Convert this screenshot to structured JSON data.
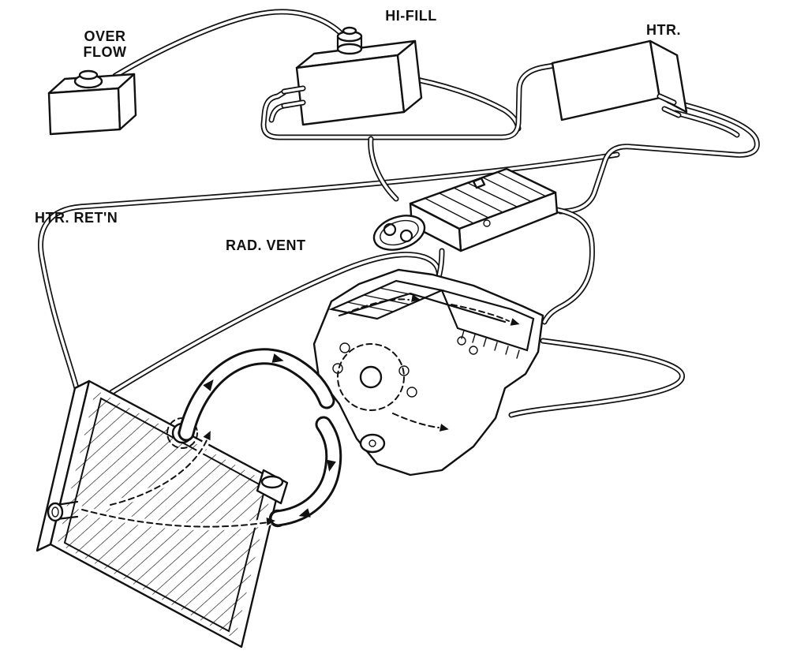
{
  "colors": {
    "ink": "#111111",
    "paper": "#ffffff"
  },
  "diagram": {
    "labels": {
      "overflow_line1": "OVER",
      "overflow_line2": "FLOW",
      "hifill": "HI-FILL",
      "heater": "HTR.",
      "heater_return": "HTR. RET'N",
      "rad_vent": "RAD. VENT"
    },
    "components": [
      "overflow-tank",
      "hifill-tank",
      "heater-box",
      "intake-manifold",
      "engine-block",
      "radiator",
      "upper-radiator-hose",
      "lower-radiator-hose"
    ]
  }
}
